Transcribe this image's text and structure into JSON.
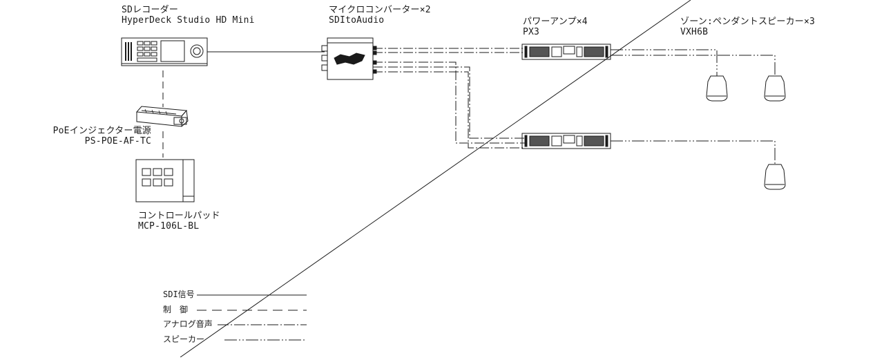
{
  "devices": {
    "recorder": {
      "title": "SDレコーダー",
      "model": "HyperDeck Studio HD Mini"
    },
    "converter": {
      "title": "マイクロコンバーター×2",
      "model": "SDItoAudio"
    },
    "amp": {
      "title": "パワーアンプ×4",
      "model": "PX3"
    },
    "speaker": {
      "title": "ゾーン:ペンダントスピーカー×3",
      "model": "VXH6B"
    },
    "poe": {
      "title": "PoEインジェクター電源",
      "model": "PS-POE-AF-TC"
    },
    "pad": {
      "title": "コントロールパッド",
      "model": "MCP-106L-BL"
    }
  },
  "legend": {
    "items": [
      {
        "label": "SDI信号",
        "style": "solid"
      },
      {
        "label": "制　御",
        "style": "dashed"
      },
      {
        "label": "アナログ音声",
        "style": "dash-dot"
      },
      {
        "label": "スピーカー",
        "style": "dash-dot-dot"
      }
    ]
  },
  "colors": {
    "line": "#1a1a1a",
    "background": "#ffffff"
  }
}
